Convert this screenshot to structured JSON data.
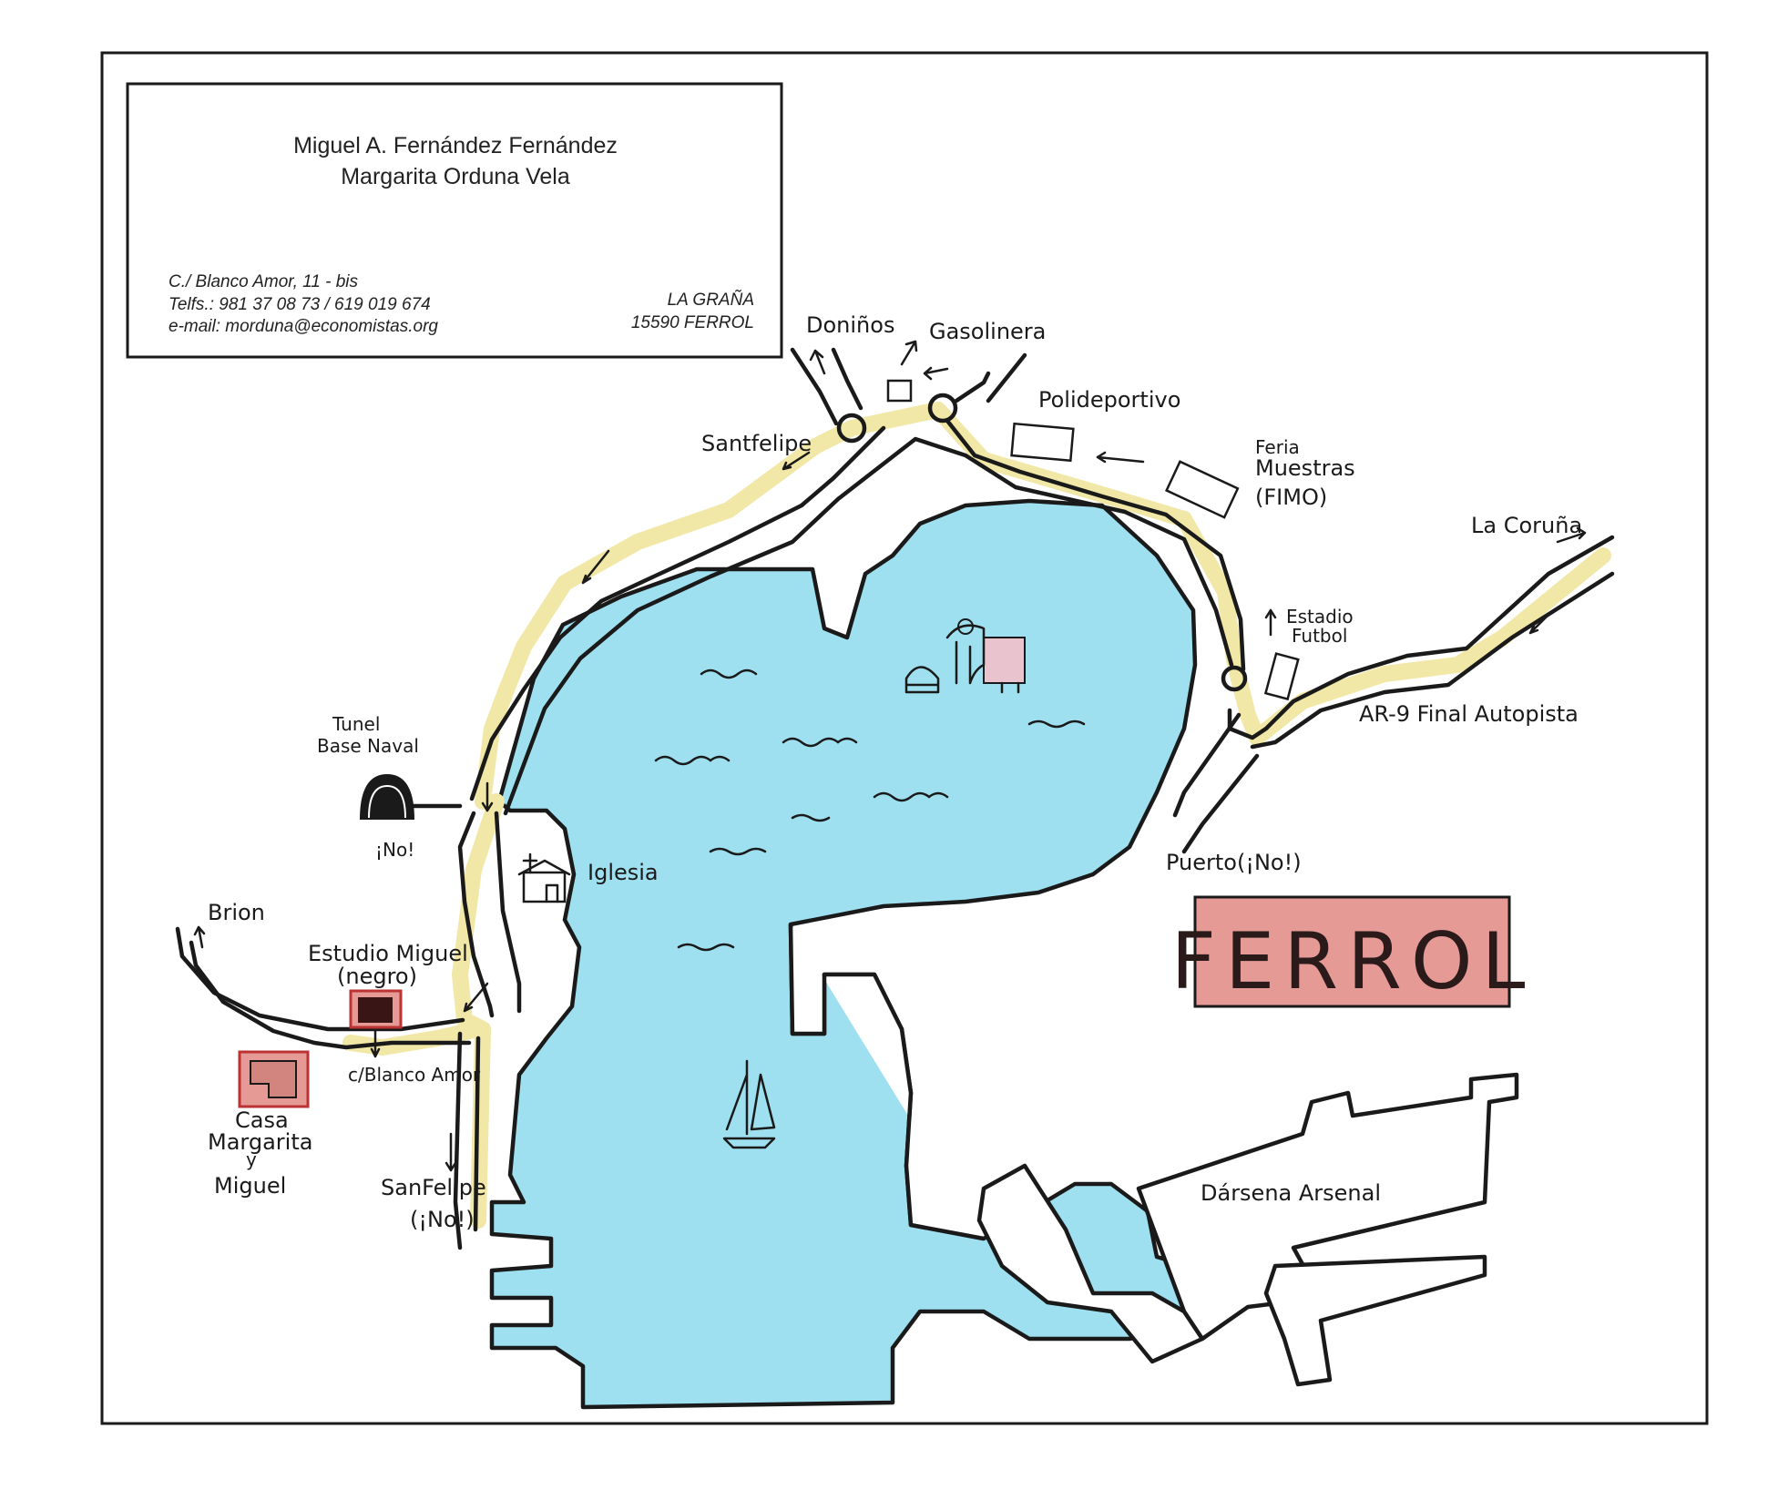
{
  "card": {
    "name1": "Miguel A. Fernández Fernández",
    "name2": "Margarita Orduna Vela",
    "address": "C./ Blanco Amor, 11 - bis",
    "phones": "Telfs.: 981 37 08 73 / 619 019 674",
    "email": "e-mail: morduna@economistas.org",
    "city1": "LA GRAÑA",
    "city2": "15590 FERROL"
  },
  "labels": {
    "donimos": "Doniños",
    "gasolinera": "Gasolinera",
    "santfelipe_top": "Santfelipe",
    "polideportivo": "Polideportivo",
    "feria1": "Feria",
    "feria2": "Muestras",
    "feria3": "(FIMO)",
    "la_coruna": "La Coruña",
    "estadio1": "Estadio",
    "estadio2": "Futbol",
    "ar9": "AR-9 Final Autopista",
    "tunel1": "Tunel",
    "tunel2": "Base Naval",
    "no_tunel": "¡No!",
    "iglesia": "Iglesia",
    "puerto": "Puerto(¡No!)",
    "brion": "Brion",
    "estudio1": "Estudio Miguel",
    "estudio2": "(negro)",
    "blanco_amor": "c/Blanco Amor",
    "casa1": "Casa",
    "casa2": "Margarita",
    "casa3": "y",
    "casa4": "Miguel",
    "sanfelipe_bottom1": "SanFelipe",
    "sanfelipe_bottom2": "(¡No!)",
    "darsena": "Dársena Arsenal",
    "ferrol": "FERROL"
  },
  "colors": {
    "water": "#9fe0f0",
    "road": "#f1e7a6",
    "ferrol_box": "#e69a96",
    "house_red": "#e69a96",
    "ink": "#1a1a1a"
  }
}
